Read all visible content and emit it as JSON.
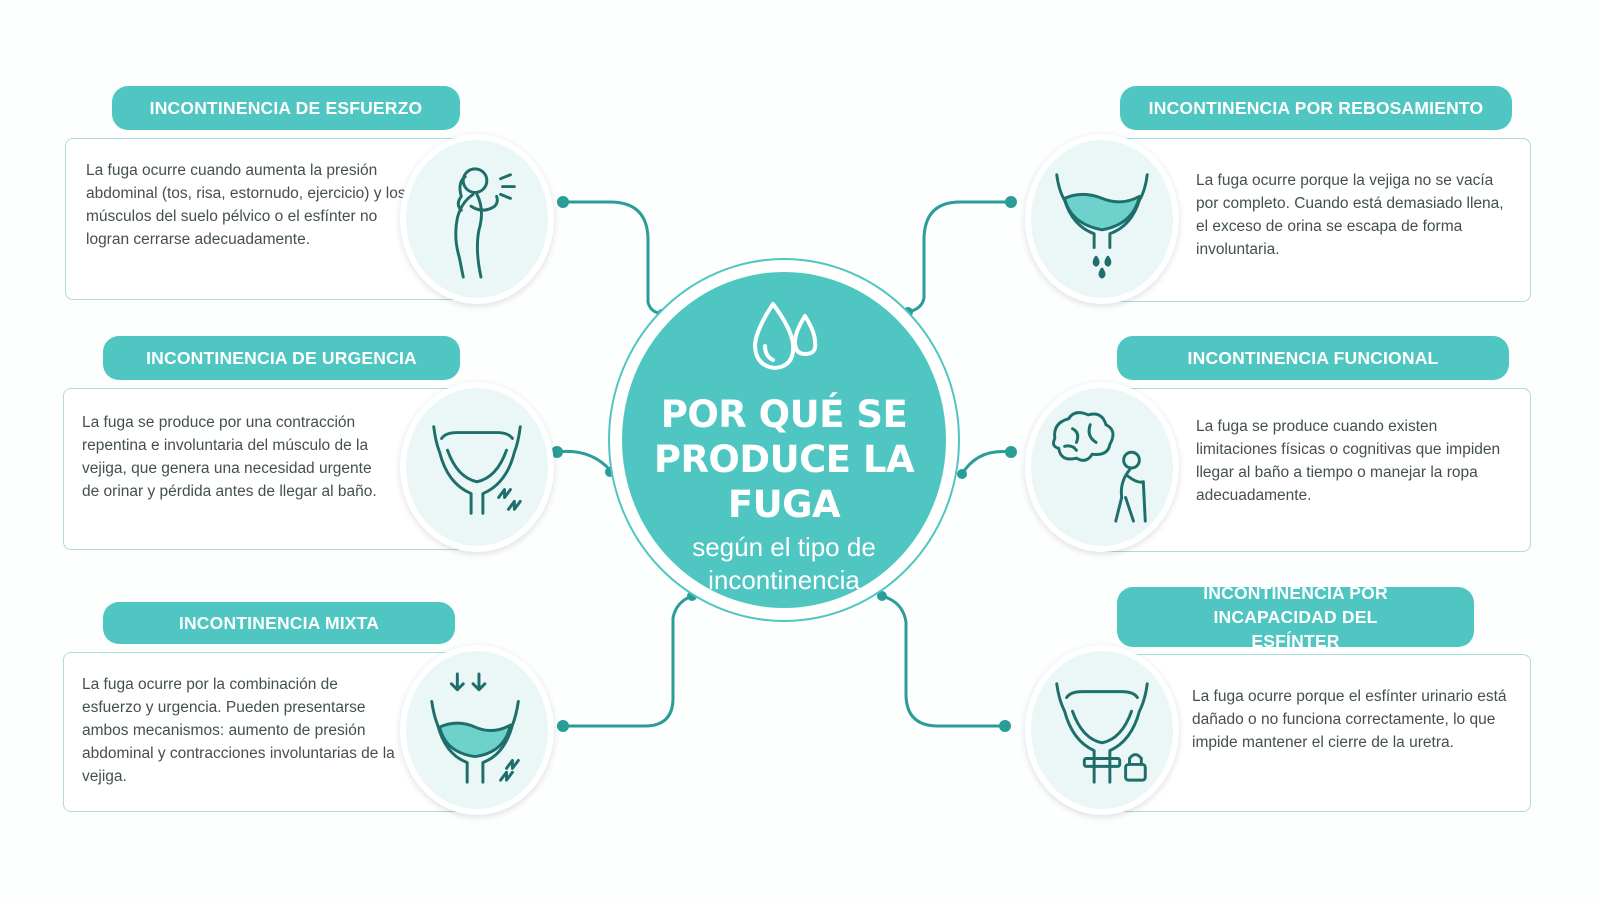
{
  "center": {
    "title": "POR QUÉ SE PRODUCE LA FUGA",
    "subtitle": "según el tipo de incontinencia",
    "icon": "water-drops-icon"
  },
  "types": {
    "esfuerzo": {
      "label": "INCONTINENCIA DE ESFUERZO",
      "text": "La fuga ocurre cuando aumenta la presión abdominal (tos, risa, estornudo, ejercicio) y los músculos del suelo pélvico o el esfínter no logran cerrarse adecuadamente.",
      "icon": "coughing-woman-icon"
    },
    "urgencia": {
      "label": "INCONTINENCIA DE URGENCIA",
      "text": "La fuga se produce por una contracción repentina e involuntaria del músculo de la vejiga, que genera una necesidad urgente de orinar y pérdida antes de llegar al baño.",
      "icon": "bladder-spasm-icon"
    },
    "mixta": {
      "label": "INCONTINENCIA MIXTA",
      "text": "La fuga ocurre por la combinación de esfuerzo y urgencia. Pueden presentarse ambos mecanismos: aumento de presión abdominal y contracciones involuntarias de la vejiga.",
      "icon": "bladder-pressure-spasm-icon"
    },
    "rebosamiento": {
      "label": "INCONTINENCIA POR REBOSAMIENTO",
      "text": "La fuga ocurre porque la vejiga no se vacía por completo. Cuando está demasiado llena, el exceso de orina se escapa de forma involuntaria.",
      "icon": "bladder-dripping-icon"
    },
    "funcional": {
      "label": "INCONTINENCIA FUNCIONAL",
      "text": "La fuga se produce cuando existen limitaciones físicas o cognitivas que impiden llegar al baño a tiempo o manejar la ropa adecuadamente.",
      "icon": "brain-elderly-person-icon"
    },
    "esfinter": {
      "label": "INCONTINENCIA POR INCAPACIDAD DEL ESFÍNTER",
      "text": "La fuga ocurre porque el esfínter urinario está dañado o no funciona correctamente, lo que impide mantener el cierre de la uretra.",
      "icon": "bladder-sphincter-lock-icon"
    }
  },
  "colors": {
    "accent": "#4fc6c2",
    "accent_dark": "#2a9d98",
    "icon_stroke": "#1e6f6b",
    "card_border": "#a9dedb",
    "icon_bg": "#eaf7f6"
  }
}
